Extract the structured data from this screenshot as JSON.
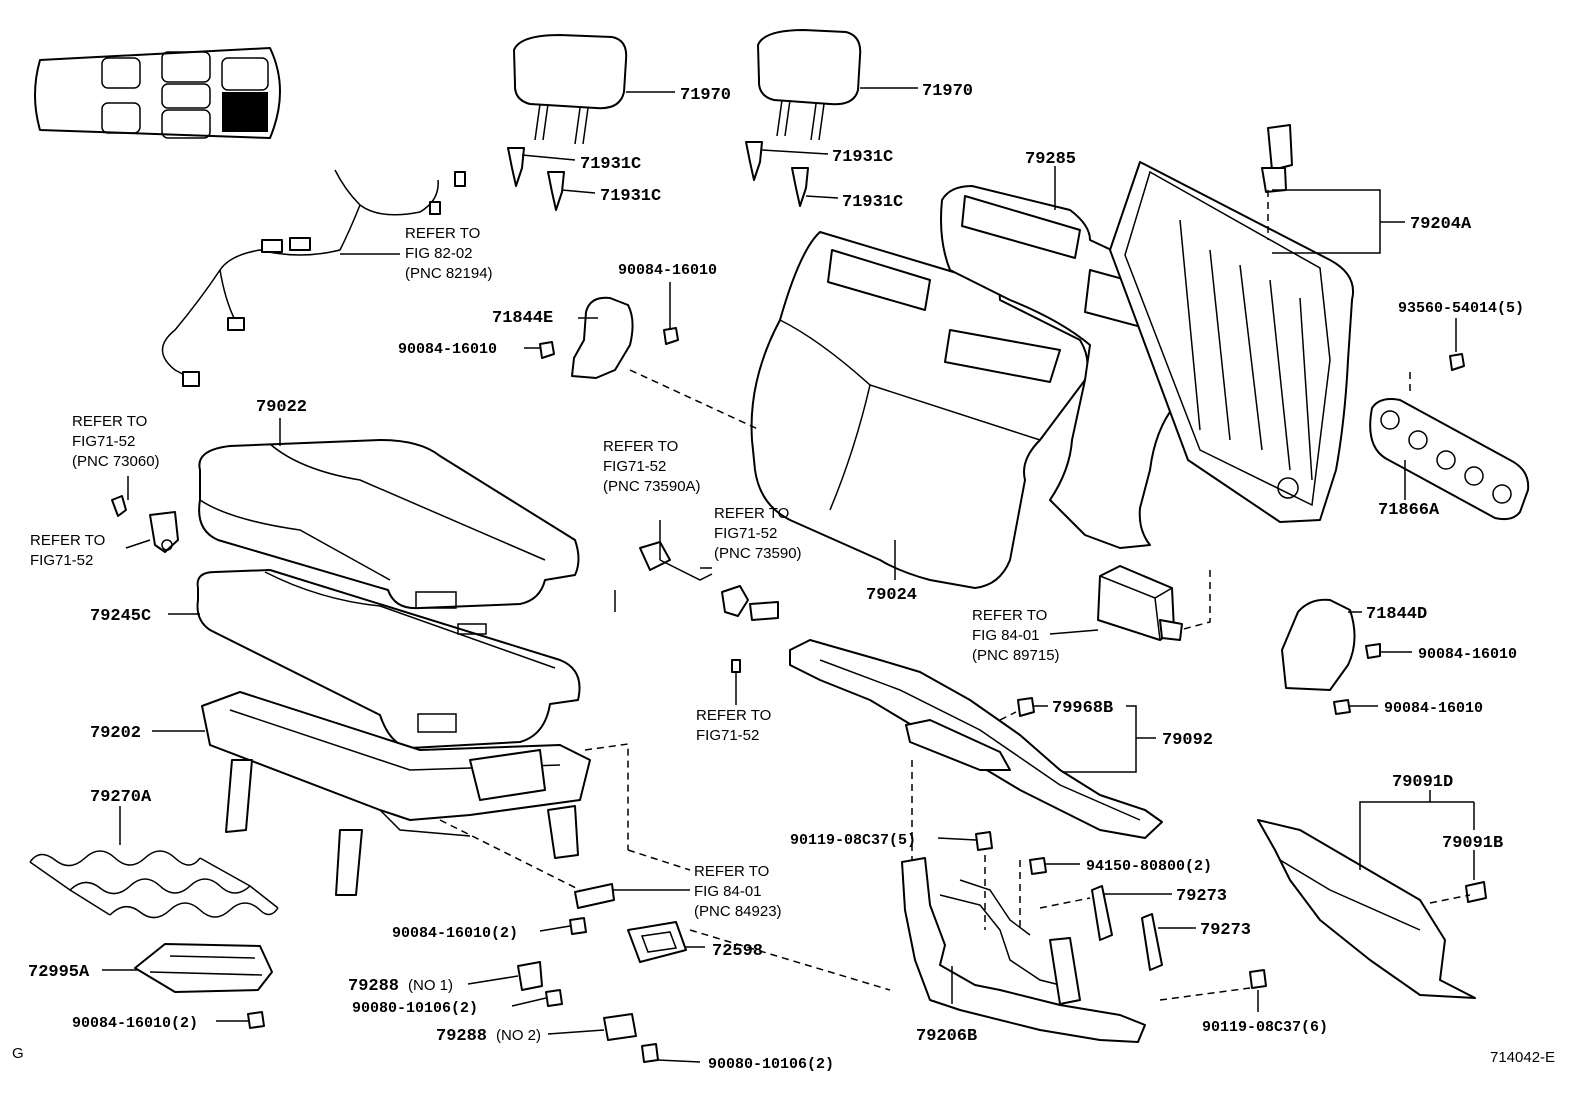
{
  "corner_left": "G",
  "corner_right": "714042-E",
  "parts": {
    "p71970_a": "71970",
    "p71970_b": "71970",
    "p71931c_a": "71931C",
    "p71931c_b": "71931C",
    "p71931c_c": "71931C",
    "p71931c_d": "71931C",
    "p79285": "79285",
    "p79204a": "79204A",
    "p93560": "93560-54014(5)",
    "p71866a": "71866A",
    "p90084_top": "90084-16010",
    "p71844e": "71844E",
    "p90084_left": "90084-16010",
    "p79022": "79022",
    "p79024": "79024",
    "p79245c": "79245C",
    "p79202": "79202",
    "p79270a": "79270A",
    "p72995a": "72995A",
    "p90084_bl": "90084-16010(2)",
    "p90084_mid": "90084-16010(2)",
    "p72598": "72598",
    "p79288_1": "79288",
    "p79288_1_note": "(NO 1)",
    "p90080_a": "90080-10106(2)",
    "p79288_2": "79288",
    "p79288_2_note": "(NO 2)",
    "p90080_b": "90080-10106(2)",
    "p71844d": "71844D",
    "p90084_r1": "90084-16010",
    "p90084_r2": "90084-16010",
    "p79968b": "79968B",
    "p79092": "79092",
    "p79091d": "79091D",
    "p79091b": "79091B",
    "p90119_a": "90119-08C37(5)",
    "p94150": "94150-80800(2)",
    "p79273_a": "79273",
    "p79273_b": "79273",
    "p79206b": "79206B",
    "p90119_b": "90119-08C37(6)"
  },
  "refs": {
    "r82_1": "REFER TO",
    "r82_2": "FIG 82-02",
    "r82_3": "(PNC 82194)",
    "r7152a_1": "REFER TO",
    "r7152a_2": "FIG71-52",
    "r7152a_3": "(PNC 73060)",
    "r7152b_1": "REFER TO",
    "r7152b_2": "FIG71-52",
    "r7152c_1": "REFER TO",
    "r7152c_2": "FIG71-52",
    "r7152c_3": "(PNC 73590A)",
    "r7152d_1": "REFER TO",
    "r7152d_2": "FIG71-52",
    "r7152d_3": "(PNC 73590)",
    "r7152e_1": "REFER TO",
    "r7152e_2": "FIG71-52",
    "r8401a_1": "REFER TO",
    "r8401a_2": "FIG 84-01",
    "r8401a_3": "(PNC 89715)",
    "r8401b_1": "REFER TO",
    "r8401b_2": "FIG 84-01",
    "r8401b_3": "(PNC 84923)"
  }
}
